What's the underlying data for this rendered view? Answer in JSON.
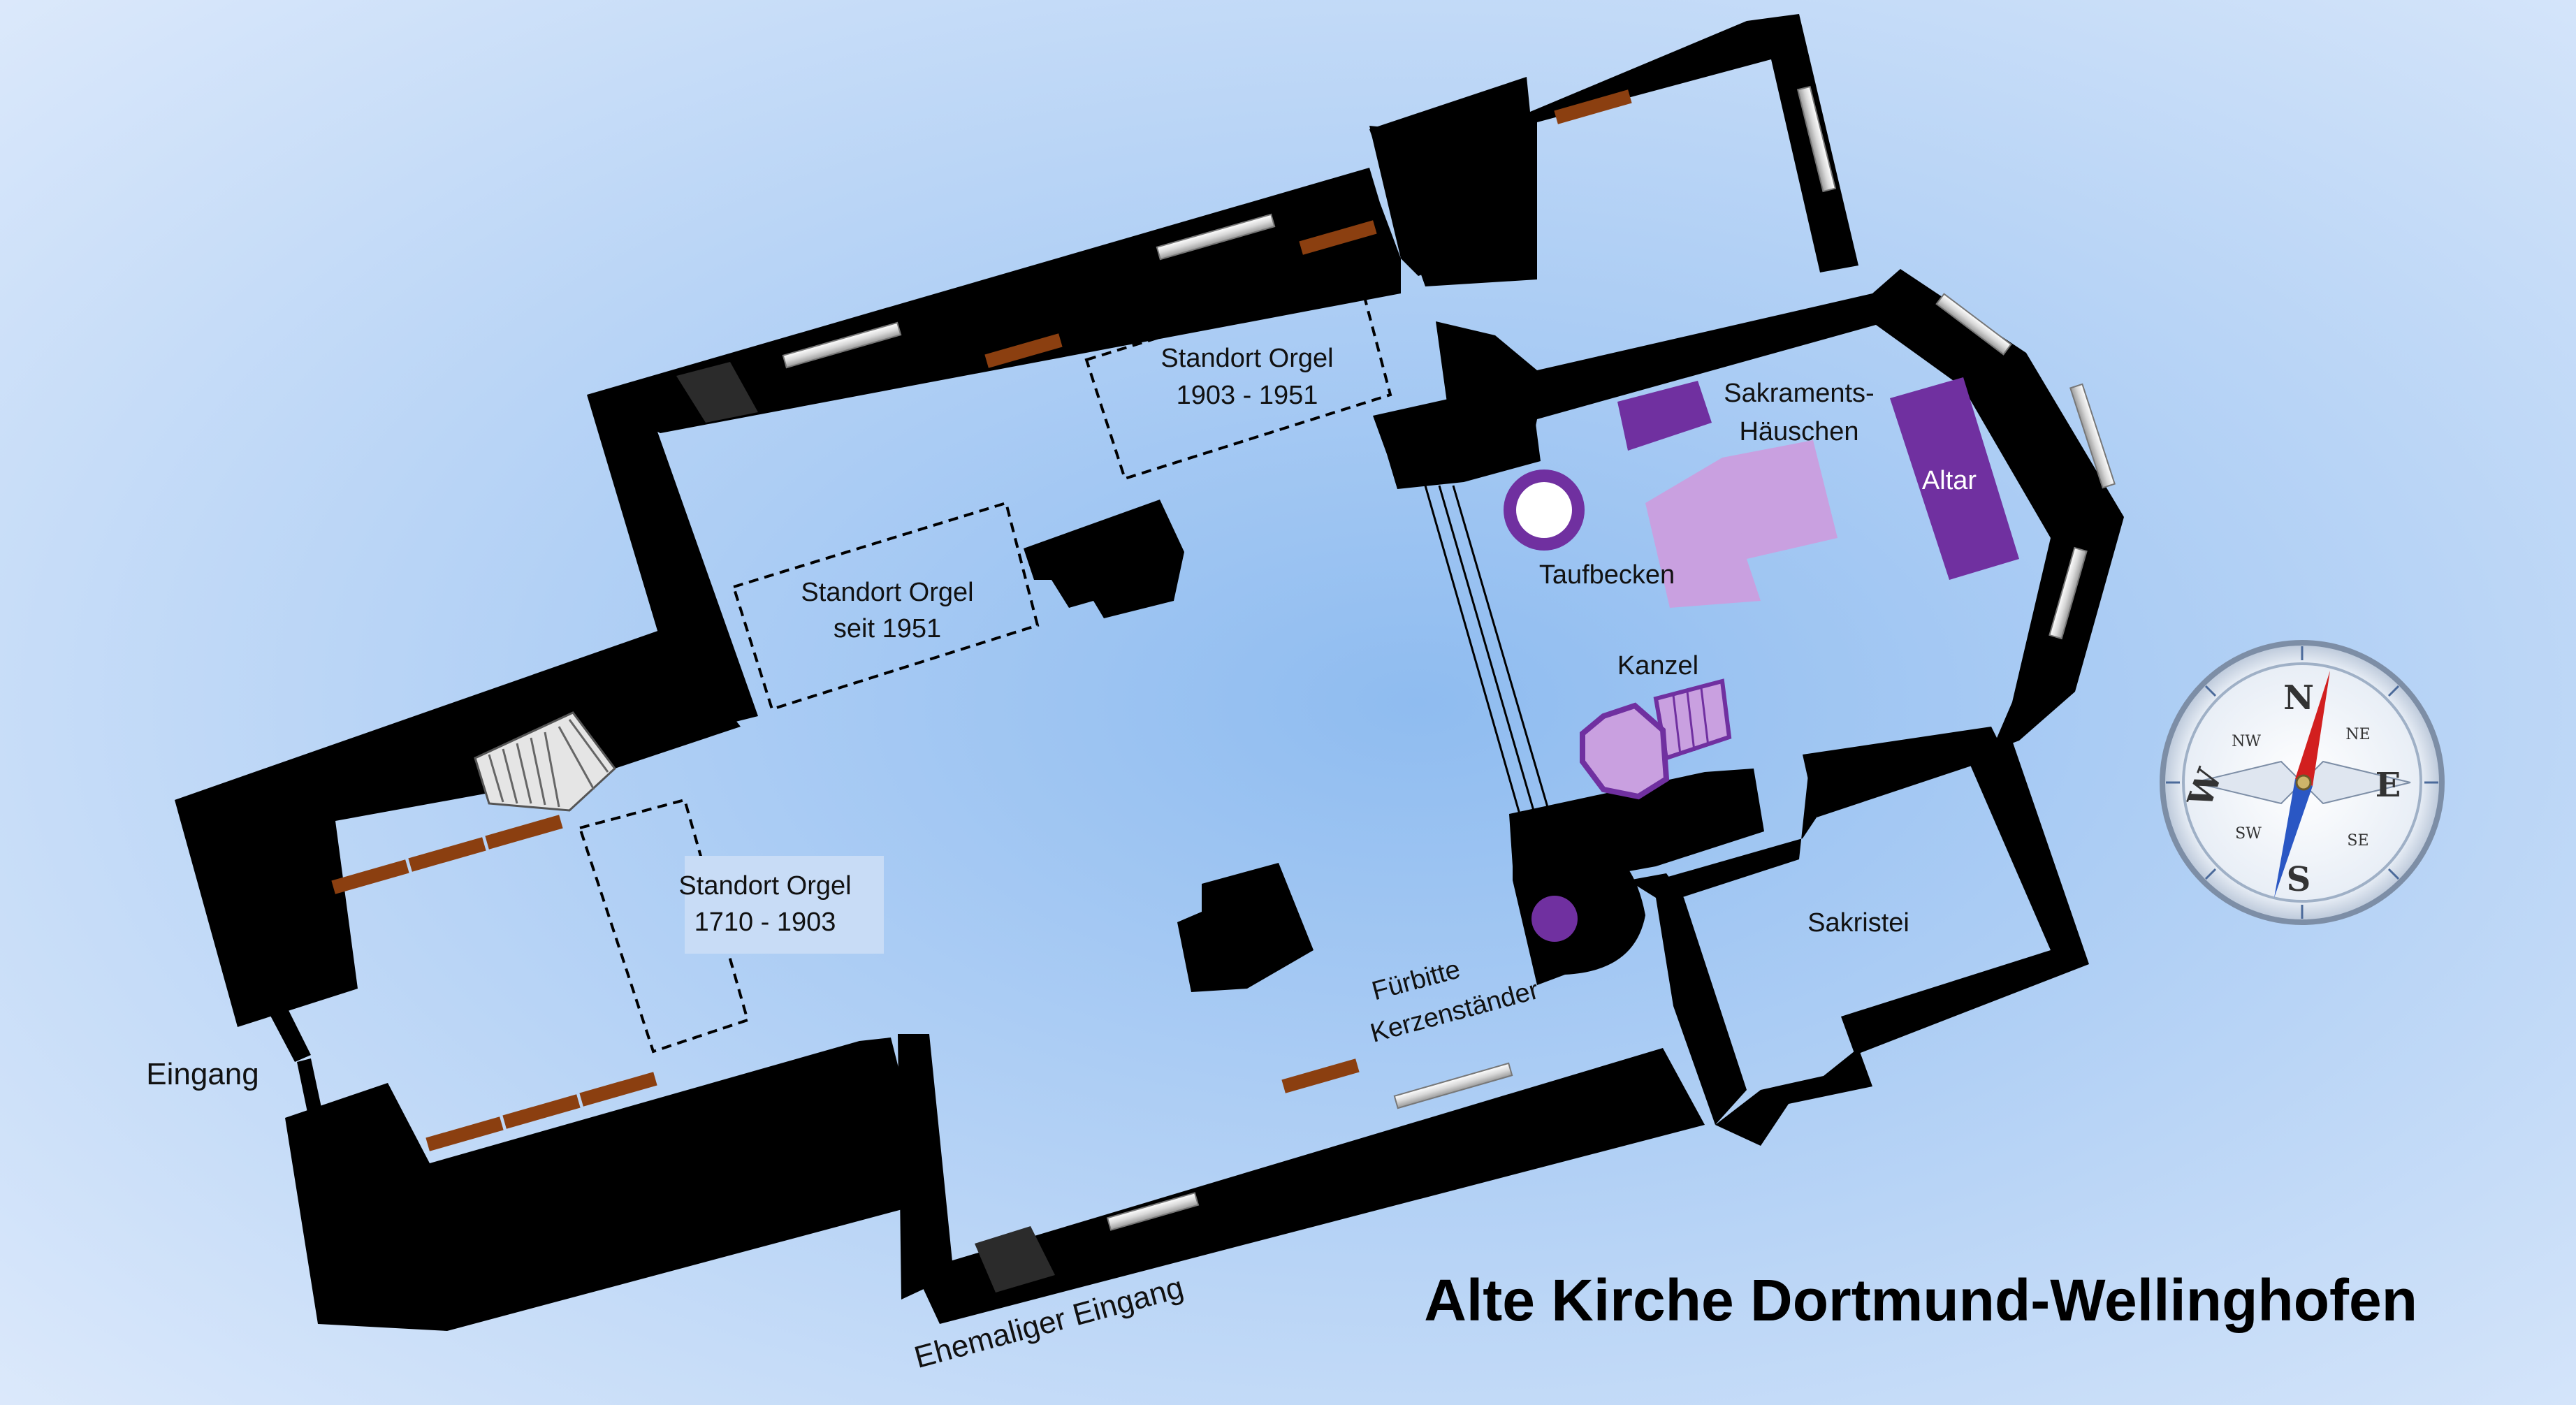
{
  "title": "Alte Kirche Dortmund-Wellinghofen",
  "labels": {
    "organ_1903": [
      "Standort Orgel",
      "1903 - 1951"
    ],
    "organ_1951": [
      "Standort Orgel",
      "seit 1951"
    ],
    "organ_1710": [
      "Standort Orgel",
      "1710 - 1903"
    ],
    "sakraments": [
      "Sakraments-",
      "Häuschen"
    ],
    "altar": "Altar",
    "taufbecken": "Taufbecken",
    "kanzel": "Kanzel",
    "kerzen": [
      "Fürbitte",
      "Kerzenständer"
    ],
    "sakristei": "Sakristei",
    "eingang": "Eingang",
    "ehem_eingang": "Ehemaliger Eingang"
  },
  "compass": {
    "north": "N",
    "south": "S",
    "east": "E",
    "west": "W",
    "ne": "NE",
    "nw": "NW",
    "se": "SE",
    "sw": "SW"
  },
  "colors": {
    "background_center": "#8fbcf0",
    "background_edge": "#dce9fb",
    "wall": "#000000",
    "pew": "#8b3f10",
    "altar_purple": "#7030a0",
    "light_purple": "#c9a0e0",
    "window": "#e6e6e6"
  }
}
